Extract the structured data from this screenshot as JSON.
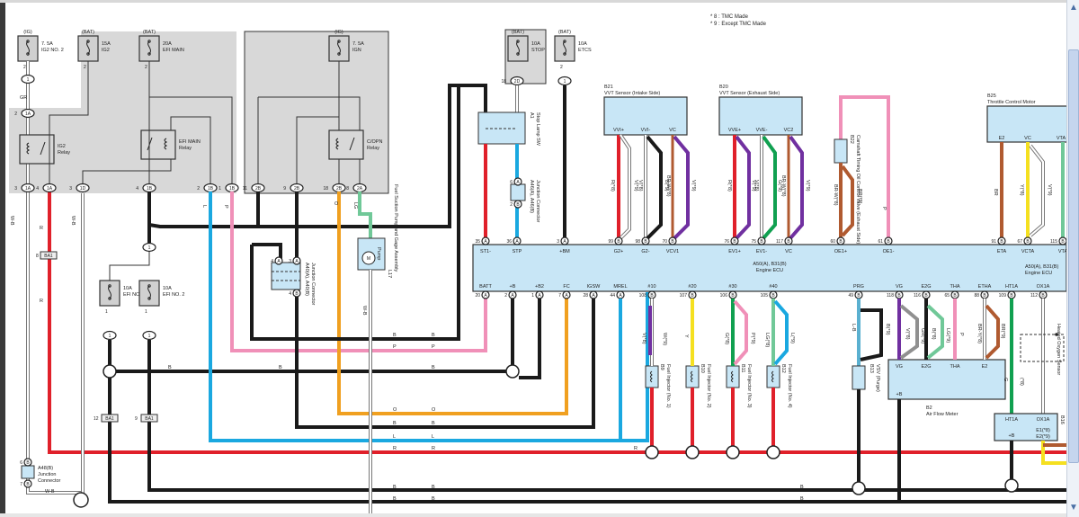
{
  "notes": {
    "note1": "* 8 : TMC Made",
    "note2": "* 9 : Except TMC Made"
  },
  "fuses": [
    {
      "id": "fuse-ig2-no2",
      "source": "(IG)",
      "rating": "7. 5A",
      "name": "IG2 NO. 2",
      "pin": "2"
    },
    {
      "id": "fuse-ig2",
      "source": "(BAT)",
      "rating": "15A",
      "name": "IG2",
      "pin": "2"
    },
    {
      "id": "fuse-efi-main",
      "source": "(BAT)",
      "rating": "20A",
      "name": "EFI MAIN",
      "pin": "2"
    },
    {
      "id": "fuse-ign",
      "source": "(IG)",
      "rating": "7. 5A",
      "name": "IGN",
      "pin": ""
    },
    {
      "id": "fuse-stop",
      "source": "(BAT)",
      "rating": "10A",
      "name": "STOP",
      "pin": ""
    },
    {
      "id": "fuse-etcs",
      "source": "(BAT)",
      "rating": "10A",
      "name": "ETCS",
      "pin": "2"
    },
    {
      "id": "fuse-efi-no1",
      "source": "",
      "rating": "10A",
      "name": "EFI NO. 1",
      "pin": "1"
    },
    {
      "id": "fuse-efi-no2",
      "source": "",
      "rating": "10A",
      "name": "EFI NO. 2",
      "pin": "1"
    }
  ],
  "relays": [
    {
      "id": "ig2-relay",
      "name": "IG2",
      "sub": "Relay"
    },
    {
      "id": "efi-main-relay",
      "name": "EFI MAIN",
      "sub": "Relay"
    },
    {
      "id": "circuit-opening-relay",
      "name": "C/OPN",
      "sub": "Relay"
    }
  ],
  "connectors": {
    "c1a_2": {
      "pin": "2",
      "code": "1A"
    },
    "c1a_3": {
      "pin": "3",
      "code": "1A"
    },
    "c1a_4": {
      "pin": "4",
      "code": "1A"
    },
    "c1d_3": {
      "pin": "3",
      "code": "1D"
    },
    "c1b_4": {
      "pin": "4",
      "code": "1B"
    },
    "c1b_2": {
      "pin": "2",
      "code": "1B"
    },
    "c1b_1": {
      "pin": "1",
      "code": "1B"
    },
    "c2b_11": {
      "pin": "11",
      "code": "2B"
    },
    "c2b_9": {
      "pin": "9",
      "code": "2B"
    },
    "c2b_18": {
      "pin": "18",
      "code": "2B"
    },
    "c2a_8": {
      "pin": "8",
      "code": "2A"
    },
    "c2d_18": {
      "pin": "18",
      "code": "2D"
    },
    "ba1_8": {
      "pin": "8",
      "code": "BA1"
    },
    "ba1_12": {
      "pin": "12",
      "code": "BA1"
    },
    "ba1_9": {
      "pin": "9",
      "code": "BA1"
    },
    "one": {
      "code": "1"
    }
  },
  "components": {
    "stop_lamp_sw": {
      "ref": "A1",
      "name": "Stop Lamp SW"
    },
    "junction_a40": {
      "ref": "A40(A), A40(B)",
      "name": "Junction Connector"
    },
    "junction_a46": {
      "ref": "A46(A), A46(B)",
      "name": "Junction Connector"
    },
    "junction_a48": {
      "ref": "A48(B)",
      "name": "Junction Connector"
    },
    "fuel_pump": {
      "ref": "L17",
      "name": "Fuel Suction Pump and Gage Assembly",
      "inner": "Pump",
      "motor": "M"
    },
    "vvt_intake": {
      "ref": "B21",
      "name": "VVT Sensor (Intake Side)",
      "pins": [
        "VVI+",
        "VVI-",
        "VC"
      ]
    },
    "vvt_exhaust": {
      "ref": "B20",
      "name": "VVT Sensor (Exhaust Side)",
      "pins": [
        "VVE+",
        "VVE-",
        "VC2"
      ]
    },
    "ocv_exhaust": {
      "ref": "B22",
      "name": "Camshaft Timing Oil Control Valve (Exhaust Side)"
    },
    "throttle_motor": {
      "ref": "B25",
      "name": "Throttle Control Motor",
      "pins": [
        "E2",
        "VC",
        "VTA"
      ]
    },
    "ecu": {
      "ref": "A50(A), B31(B)",
      "name": "Engine ECU"
    },
    "injectors": [
      {
        "ref": "B9",
        "name": "Fuel Injector (No. 1)"
      },
      {
        "ref": "B10",
        "name": "Fuel Injector (No. 2)"
      },
      {
        "ref": "B11",
        "name": "Fuel Injector (No. 3)"
      },
      {
        "ref": "B12",
        "name": "Fuel Injector (No. 4)"
      }
    ],
    "vsv_purge": {
      "ref": "B13",
      "name": "VSV (Purge)"
    },
    "air_flow_meter": {
      "ref": "B2",
      "name": "Air Flow Meter",
      "pins": [
        "VG",
        "E2G",
        "THA",
        "E2"
      ],
      "plus": "+B"
    },
    "oxygen_sensor": {
      "ref": "B16",
      "name": "Heated Oxygen Sensor",
      "pins": [
        "HT1A",
        "OX1A",
        "+B",
        "E1(*8)",
        "E2(*9)"
      ]
    }
  },
  "ecu_top_pins": [
    {
      "num": "35",
      "c": "A",
      "name": "ST1-"
    },
    {
      "num": "36",
      "c": "A",
      "name": "STP"
    },
    {
      "num": "3",
      "c": "A",
      "name": "+BM"
    },
    {
      "num": "99",
      "c": "B",
      "name": "G2+"
    },
    {
      "num": "98",
      "c": "B",
      "name": "G2-"
    },
    {
      "num": "70",
      "c": "B",
      "name": "VCV1"
    },
    {
      "num": "76",
      "c": "B",
      "name": "EV1+"
    },
    {
      "num": "75",
      "c": "B",
      "name": "EV1-"
    },
    {
      "num": "117",
      "c": "B",
      "name": "VC"
    },
    {
      "num": "60",
      "c": "B",
      "name": "OE1+"
    },
    {
      "num": "61",
      "c": "B",
      "name": "OE1-"
    },
    {
      "num": "91",
      "c": "B",
      "name": "ETA"
    },
    {
      "num": "67",
      "c": "B",
      "name": "VCTA"
    },
    {
      "num": "115",
      "c": "B",
      "name": "VTA"
    }
  ],
  "ecu_bottom_pins": [
    {
      "num": "20",
      "c": "A",
      "name": "BATT"
    },
    {
      "num": "2",
      "c": "A",
      "name": "+B"
    },
    {
      "num": "1",
      "c": "A",
      "name": "+B2"
    },
    {
      "num": "7",
      "c": "A",
      "name": "FC"
    },
    {
      "num": "28",
      "c": "A",
      "name": "IGSW"
    },
    {
      "num": "44",
      "c": "A",
      "name": "MREL"
    },
    {
      "num": "108",
      "c": "B",
      "name": "#10"
    },
    {
      "num": "107",
      "c": "B",
      "name": "#20"
    },
    {
      "num": "106",
      "c": "B",
      "name": "#30"
    },
    {
      "num": "105",
      "c": "B",
      "name": "#40"
    },
    {
      "num": "49",
      "c": "B",
      "name": "PRG"
    },
    {
      "num": "118",
      "c": "B",
      "name": "VG"
    },
    {
      "num": "116",
      "c": "B",
      "name": "E2G"
    },
    {
      "num": "65",
      "c": "B",
      "name": "THA"
    },
    {
      "num": "88",
      "c": "B",
      "name": "ETHA"
    },
    {
      "num": "109",
      "c": "B",
      "name": "HT1A"
    },
    {
      "num": "112",
      "c": "B",
      "name": "OX1A"
    }
  ],
  "wire_codes": {
    "B": "B",
    "R": "R",
    "P": "P",
    "L": "L",
    "O": "O",
    "Y": "Y",
    "V": "V",
    "G": "G",
    "LG": "LG",
    "WB": "W-B",
    "BR": "BR",
    "vvi_plus": "R(*8)",
    "vvi_plus2": "V(*9)",
    "vvi_minus": "V(*8)",
    "vvi_minus2": "B(*9)",
    "vc": "BR-W(*8)",
    "vc2": "V(*9)",
    "vve_plus": "R(*8)",
    "vve_plus2": "V(*9)",
    "vve_minus": "V(*8)",
    "vve_minus2": "G(*9)",
    "ocv1": "BR-W(*8)",
    "ocv2": "BR(*9)",
    "vcta1": "Y(*8)",
    "vcta2": "V(*9)",
    "vta": "LG(*8)",
    "inj1a": "V(*8)",
    "inj1b": "W(*9)",
    "inj3a": "G(*8)",
    "inj3b": "P(*9)",
    "inj4a": "LG(*8)",
    "inj4b": "L(*9)",
    "prg1": "L-B",
    "prg1b": "(*8)",
    "prg2": "B(*9)",
    "vg1": "V(*8)",
    "vg2": "GR(*9)",
    "e2g1": "B(*8)",
    "e2g2": "LG(*9)",
    "etha1": "BR-Y(*8)",
    "etha2": "BR(*9)",
    "ht1a": "(*8)",
    "ox_a": "(*1)",
    "ox_b": "(*8)",
    "ox_c": "(*8)"
  },
  "colors": {
    "black": "#1a1a1a",
    "red": "#e0202a",
    "pink": "#f090b8",
    "blue": "#1aa8e0",
    "orange": "#f0a020",
    "yellow": "#f5e020",
    "purple": "#7030a0",
    "green": "#10a050",
    "lightgreen": "#70c898",
    "brown": "#b05a30",
    "gray": "#909090",
    "component": "#c8e6f6",
    "shade": "#d8d8d8",
    "fusebody": "#d0d0d0"
  }
}
